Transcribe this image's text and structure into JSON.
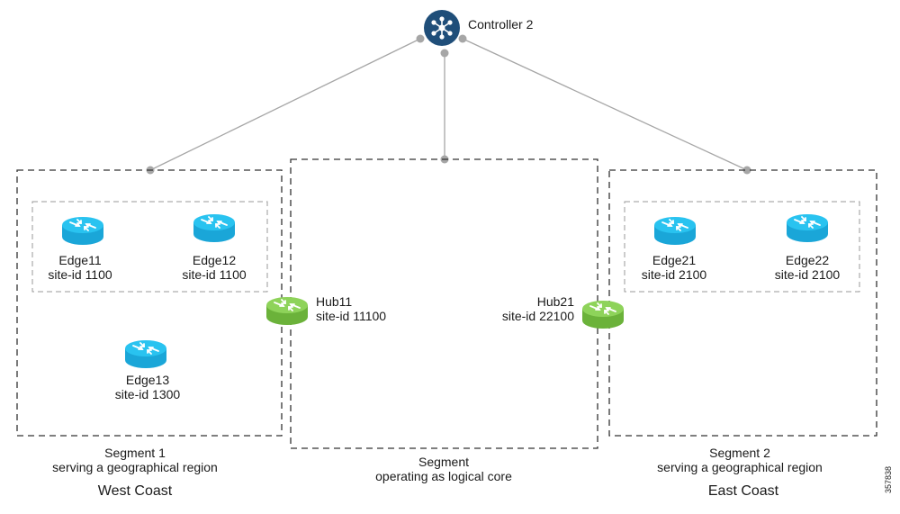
{
  "controller": {
    "name": "Controller 2"
  },
  "segments": [
    {
      "title": "Segment 1",
      "role": "serving a geographical region",
      "region": "West Coast"
    },
    {
      "title": "Segment",
      "role": "operating as logical core",
      "region": ""
    },
    {
      "title": "Segment 2",
      "role": "serving a geographical region",
      "region": "East Coast"
    }
  ],
  "hubs": [
    {
      "name": "Hub11",
      "site": "site-id 11100"
    },
    {
      "name": "Hub21",
      "site": "site-id 22100"
    }
  ],
  "edges": [
    {
      "name": "Edge11",
      "site": "site-id 1100"
    },
    {
      "name": "Edge12",
      "site": "site-id 1100"
    },
    {
      "name": "Edge13",
      "site": "site-id 1300"
    },
    {
      "name": "Edge21",
      "site": "site-id 2100"
    },
    {
      "name": "Edge22",
      "site": "site-id 2100"
    }
  ],
  "figure_id": "357838",
  "colors": {
    "controller": "#1f4e79",
    "hub": "#7ac143",
    "edge": "#1fb6e6",
    "line": "#a6a6a6",
    "box": "#333333"
  }
}
